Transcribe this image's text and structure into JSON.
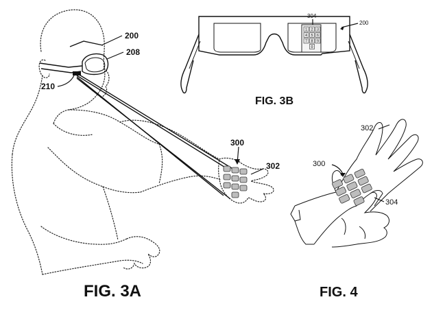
{
  "figures": {
    "fig3a": {
      "caption": "FIG. 3A",
      "refs": {
        "glasses": "200",
        "lens": "208",
        "camera": "210",
        "keypad": "300",
        "hand": "302"
      }
    },
    "fig3b": {
      "caption": "FIG. 3B",
      "refs": {
        "glasses": "200",
        "display": "304"
      },
      "display_keys": [
        "1",
        "2",
        "3",
        "4",
        "5",
        "6",
        "7",
        "8",
        "9",
        "0"
      ]
    },
    "fig4": {
      "caption": "FIG. 4",
      "refs": {
        "keypad": "300",
        "hand": "302",
        "finger": "304"
      }
    }
  }
}
